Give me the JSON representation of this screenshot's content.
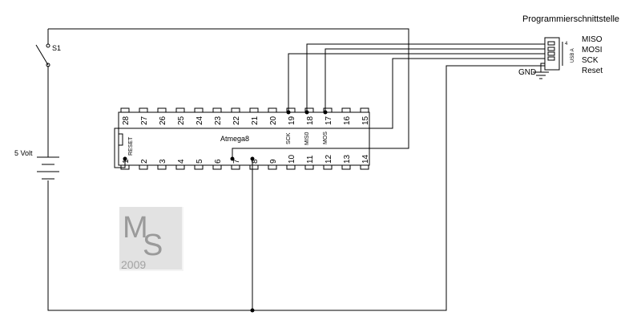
{
  "header": {
    "title": "Programmierschnittstelle"
  },
  "switch": {
    "label": "S1"
  },
  "battery": {
    "label": "5 Volt"
  },
  "chip": {
    "name": "Atmega8",
    "top_pins": [
      "28",
      "27",
      "26",
      "25",
      "24",
      "23",
      "22",
      "21",
      "20",
      "19",
      "18",
      "17",
      "16",
      "15"
    ],
    "bottom_pins": [
      "1",
      "2",
      "3",
      "4",
      "5",
      "6",
      "7",
      "8",
      "9",
      "10",
      "11",
      "12",
      "13",
      "14"
    ],
    "labels": {
      "reset": "RESET",
      "sck": "SCK",
      "miso": "MIS0",
      "mosi": "MOS"
    }
  },
  "connector": {
    "type_label": "USB A",
    "pin_number": "4",
    "signals": [
      "MISO",
      "MOSI",
      "SCK",
      "Reset"
    ],
    "ground_label": "GND"
  },
  "logo": {
    "letters": "MS",
    "year": "2009"
  }
}
